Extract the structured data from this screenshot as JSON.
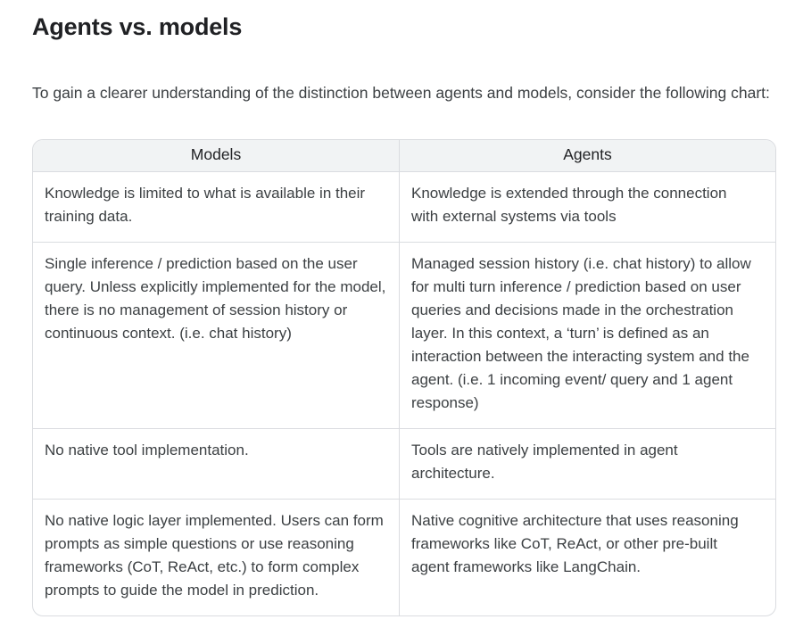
{
  "title": "Agents vs. models",
  "intro": "To gain a clearer understanding of the distinction between agents and models, consider the following chart:",
  "table": {
    "headers": [
      "Models",
      "Agents"
    ],
    "rows": [
      {
        "models": "Knowledge is limited to what is available in their training data.",
        "agents": "Knowledge is extended through the connection with external systems via tools"
      },
      {
        "models": "Single inference / prediction based on the user query. Unless explicitly implemented for the model, there is no management of session history or continuous context. (i.e. chat history)",
        "agents": "Managed session history (i.e. chat history) to allow for multi turn inference / prediction based on user queries and decisions made in the orchestration layer. In this context, a ‘turn’ is defined as an interaction between the interacting system and the agent. (i.e. 1 incoming event/ query and 1 agent response)"
      },
      {
        "models": "No native tool implementation.",
        "agents": "Tools are natively implemented in agent architecture."
      },
      {
        "models": "No native logic layer implemented. Users can form prompts as simple questions or use reasoning frameworks (CoT, ReAct, etc.) to form complex prompts to guide the model in prediction.",
        "agents": "Native cognitive architecture that uses reasoning frameworks like CoT, ReAct, or other pre-built agent frameworks like LangChain."
      }
    ]
  },
  "style": {
    "header_bg": "#f1f3f4",
    "border_color": "#dadce0",
    "heading_color": "#202124",
    "text_color": "#3c4043"
  }
}
